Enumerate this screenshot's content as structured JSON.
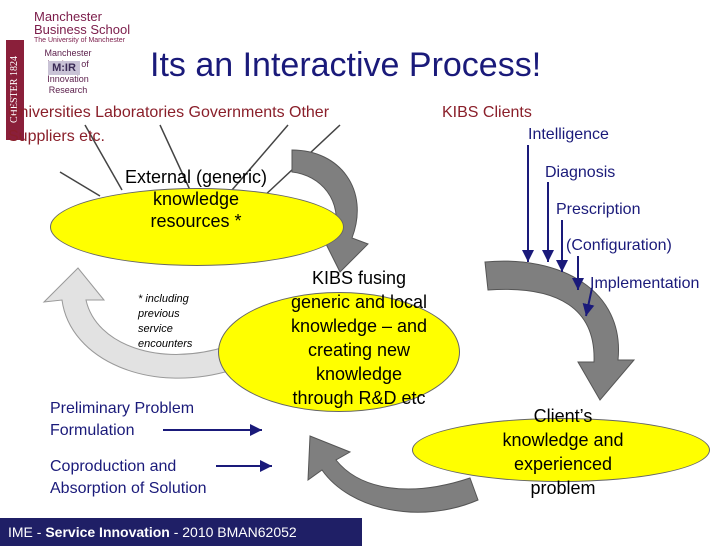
{
  "header": {
    "crest_text": "CHESTER 1824",
    "mbs_line1": "Manchester",
    "mbs_line2": "Business School",
    "mbs_sub": "The University of Manchester",
    "mior_line1": "Manchester",
    "mior_line2": "Institute of",
    "mior_line3": "Innovation",
    "mior_line4": "Research",
    "mior_logo": "M:IR"
  },
  "title": "Its an Interactive Process!",
  "sources": {
    "line1": "Universities  Laboratories  Governments  Other",
    "kibs_clients": "KIBS  Clients",
    "line2": "Suppliers   etc."
  },
  "stages": [
    "Intelligence",
    "Diagnosis",
    "Prescription",
    "(Configuration)",
    "Implementation"
  ],
  "external": {
    "line1": "External (generic)",
    "line2": "knowledge",
    "line3": "resources *"
  },
  "footnote": {
    "line1": "* including",
    "line2": "previous",
    "line3": "service",
    "line4": "encounters"
  },
  "kibs": {
    "line1": "KIBS fusing",
    "line2": "generic and local",
    "line3": "knowledge – and",
    "line4": "creating new",
    "line5": "knowledge",
    "line6": "through R&D etc"
  },
  "client": {
    "line1": "Client’s",
    "line2": "knowledge and",
    "line3": "experienced",
    "line4": "problem"
  },
  "phases": {
    "p1_line1": "Preliminary Problem",
    "p1_line2": "Formulation",
    "p2_line1": "Coproduction and",
    "p2_line2": "Absorption of Solution"
  },
  "footer": {
    "prefix": "IME - ",
    "bold": "Service Innovation",
    "suffix": " - 2010 BMAN62052"
  },
  "colors": {
    "title": "#1a1a7a",
    "brown_text": "#8a1f2a",
    "ellipse_fill": "#ffff00",
    "arrow_gray": "#7f7f7f",
    "arrow_light": "#d9d9d9",
    "footer_bg": "#1f1f66"
  }
}
